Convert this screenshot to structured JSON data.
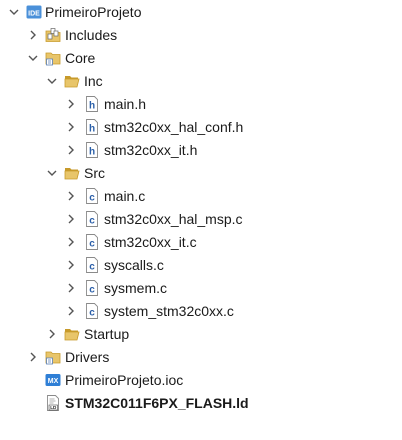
{
  "project_explorer": {
    "root": {
      "label": "PrimeiroProjeto",
      "icon": "ide-project-icon",
      "expanded": true
    },
    "rows": [
      {
        "label": "Includes",
        "icon": "includes-icon",
        "expanded": false
      },
      {
        "label": "Core",
        "icon": "source-folder-icon",
        "expanded": true
      },
      {
        "label": "Inc",
        "icon": "folder-icon",
        "expanded": true
      },
      {
        "label": "main.h",
        "icon": "header-file-icon",
        "expanded": false
      },
      {
        "label": "stm32c0xx_hal_conf.h",
        "icon": "header-file-icon",
        "expanded": false
      },
      {
        "label": "stm32c0xx_it.h",
        "icon": "header-file-icon",
        "expanded": false
      },
      {
        "label": "Src",
        "icon": "folder-icon",
        "expanded": true
      },
      {
        "label": "main.c",
        "icon": "c-file-icon",
        "expanded": false
      },
      {
        "label": "stm32c0xx_hal_msp.c",
        "icon": "c-file-icon",
        "expanded": false
      },
      {
        "label": "stm32c0xx_it.c",
        "icon": "c-file-icon",
        "expanded": false
      },
      {
        "label": "syscalls.c",
        "icon": "c-file-icon",
        "expanded": false
      },
      {
        "label": "sysmem.c",
        "icon": "c-file-icon",
        "expanded": false
      },
      {
        "label": "system_stm32c0xx.c",
        "icon": "c-file-icon",
        "expanded": false
      },
      {
        "label": "Startup",
        "icon": "folder-icon",
        "expanded": false
      },
      {
        "label": "Drivers",
        "icon": "source-folder-icon",
        "expanded": false
      },
      {
        "label": "PrimeiroProjeto.ioc",
        "icon": "mx-file-icon"
      },
      {
        "label": "STM32C011F6PX_FLASH.ld",
        "icon": "linker-script-icon"
      }
    ],
    "badges": {
      "ide": "IDE",
      "mx": "MX",
      "header": "h",
      "c": "c",
      "ld": "LD"
    },
    "colors": {
      "folder": "#e8c56a",
      "folder_dark": "#c79a2b",
      "file_border": "#8a8a8a",
      "c_letter": "#2b5fa8",
      "ide_blue": "#4a90d9",
      "mx_blue": "#2f7fd6",
      "arrow": "#555555"
    }
  }
}
